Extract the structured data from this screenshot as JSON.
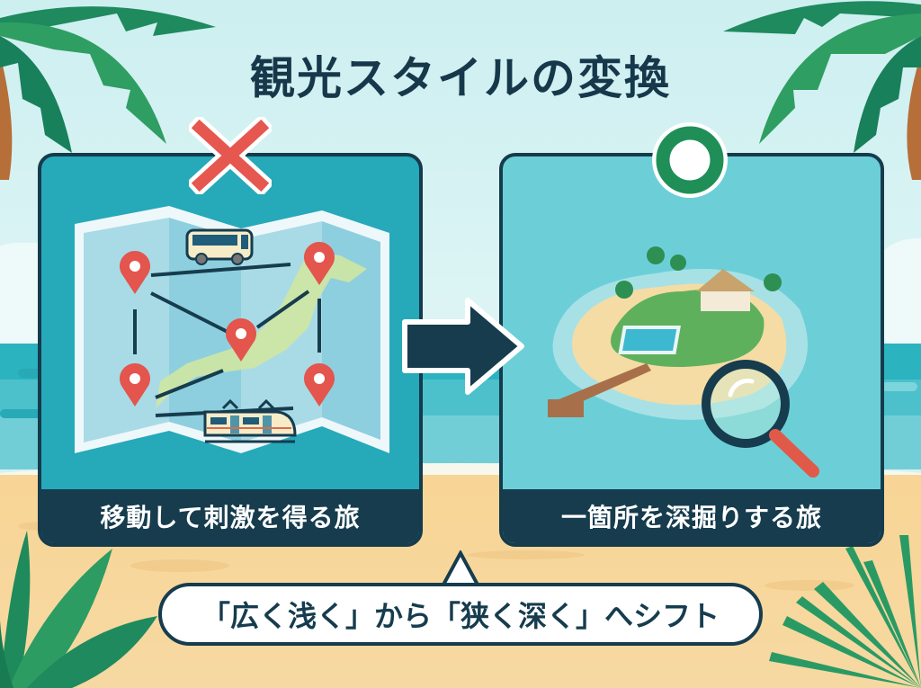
{
  "title": "観光スタイルの変換",
  "panels": {
    "left": {
      "label": "移動して刺激を得る旅",
      "verdict_icon": "cross-mark-icon",
      "illustration": "japan-map-with-pins-bus-train",
      "colors": {
        "panel": "#26a9b9",
        "mark": "#e5574f"
      }
    },
    "right": {
      "label": "一箇所を深掘りする旅",
      "verdict_icon": "circle-mark-icon",
      "illustration": "island-resort-with-magnifier",
      "colors": {
        "panel": "#6ccfd8",
        "mark": "#1f8f57"
      }
    }
  },
  "transition_arrow": "right-arrow-icon",
  "callout": {
    "text": "「広く浅く」から「狭く深く」へシフト"
  },
  "colors": {
    "title": "#16384a",
    "label_bg": "#163c4e",
    "sky": "#d6f1f2",
    "sea": "#2bb3bf",
    "sand": "#f8d596",
    "palm": "#1e8a5e"
  }
}
